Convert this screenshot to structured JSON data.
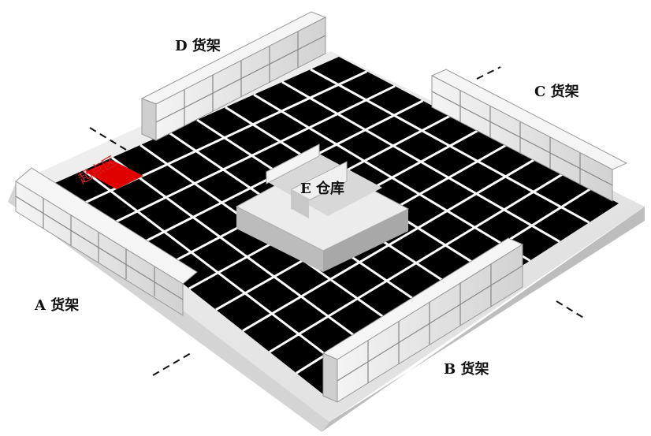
{
  "labels": {
    "shelf_a": "A 货架",
    "shelf_b": "B 货架",
    "shelf_c": "C 货架",
    "shelf_d": "D 货架",
    "warehouse_e": "E 仓库",
    "start_zone": "起点区"
  },
  "colors": {
    "floor": "#000000",
    "grid_lines": "#ffffff",
    "shelf": "#e6e6e6",
    "start_zone": "#e00000"
  }
}
